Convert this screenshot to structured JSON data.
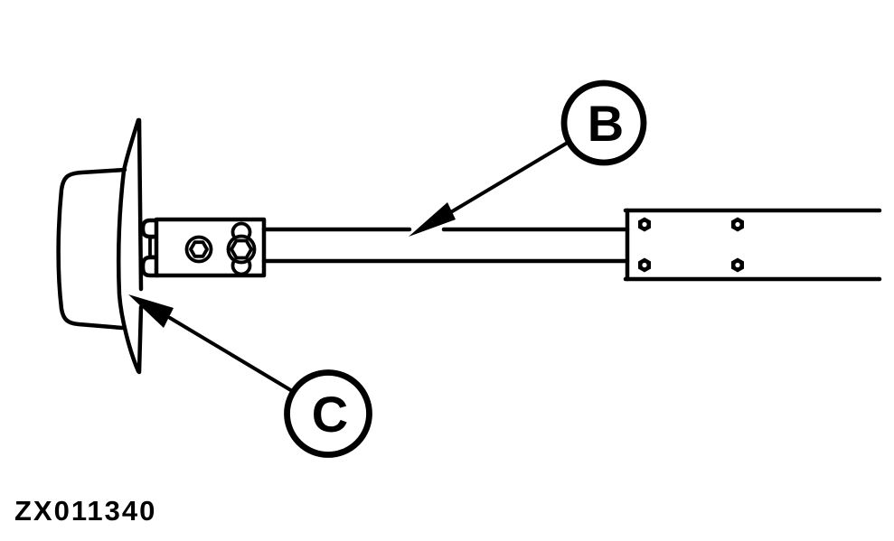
{
  "figure": {
    "type": "technical-line-diagram",
    "id_label": "ZX011340",
    "colors": {
      "line": "#000000",
      "background": "#ffffff"
    },
    "callouts": [
      {
        "letter": "B",
        "points_to": "rod"
      },
      {
        "letter": "C",
        "points_to": "bell-housing-flange"
      }
    ],
    "parts": [
      {
        "name": "bell-housing",
        "description": "bell-shaped housing with flared flange, left side"
      },
      {
        "name": "clamp-block",
        "description": "rectangular clamp block with socket bolt and wing nut"
      },
      {
        "name": "rod",
        "description": "long horizontal rod between clamp block and mounting plate"
      },
      {
        "name": "mounting-plate",
        "description": "flat plate with four hex screws, right side"
      }
    ]
  }
}
